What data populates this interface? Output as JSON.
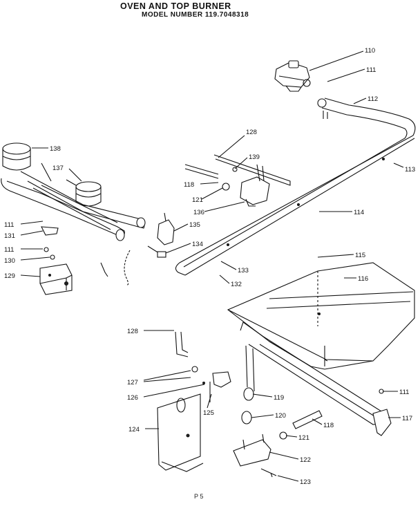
{
  "title": "OVEN AND TOP BURNER",
  "model_line": "MODEL NUMBER 119.7048318",
  "footer": "P 5",
  "callouts": [
    {
      "id": "c110",
      "text": "110"
    },
    {
      "id": "c111a",
      "text": "111"
    },
    {
      "id": "c112",
      "text": "112"
    },
    {
      "id": "c113",
      "text": "113"
    },
    {
      "id": "c128a",
      "text": "128"
    },
    {
      "id": "c139",
      "text": "139"
    },
    {
      "id": "c118a",
      "text": "118"
    },
    {
      "id": "c121a",
      "text": "121"
    },
    {
      "id": "c136",
      "text": "136"
    },
    {
      "id": "c114",
      "text": "114"
    },
    {
      "id": "c138",
      "text": "138"
    },
    {
      "id": "c137",
      "text": "137"
    },
    {
      "id": "c135",
      "text": "135"
    },
    {
      "id": "c134",
      "text": "134"
    },
    {
      "id": "c111b",
      "text": "111"
    },
    {
      "id": "c131",
      "text": "131"
    },
    {
      "id": "c111c",
      "text": "111"
    },
    {
      "id": "c130",
      "text": "130"
    },
    {
      "id": "c129",
      "text": "129"
    },
    {
      "id": "c133",
      "text": "133"
    },
    {
      "id": "c132",
      "text": "132"
    },
    {
      "id": "c115",
      "text": "115"
    },
    {
      "id": "c116",
      "text": "116"
    },
    {
      "id": "c128b",
      "text": "128"
    },
    {
      "id": "c127",
      "text": "127"
    },
    {
      "id": "c126",
      "text": "126"
    },
    {
      "id": "c125",
      "text": "125"
    },
    {
      "id": "c119",
      "text": "119"
    },
    {
      "id": "c111d",
      "text": "111"
    },
    {
      "id": "c124",
      "text": "124"
    },
    {
      "id": "c120",
      "text": "120"
    },
    {
      "id": "c118b",
      "text": "118"
    },
    {
      "id": "c121b",
      "text": "121"
    },
    {
      "id": "c117",
      "text": "117"
    },
    {
      "id": "c122",
      "text": "122"
    },
    {
      "id": "c123",
      "text": "123"
    }
  ]
}
